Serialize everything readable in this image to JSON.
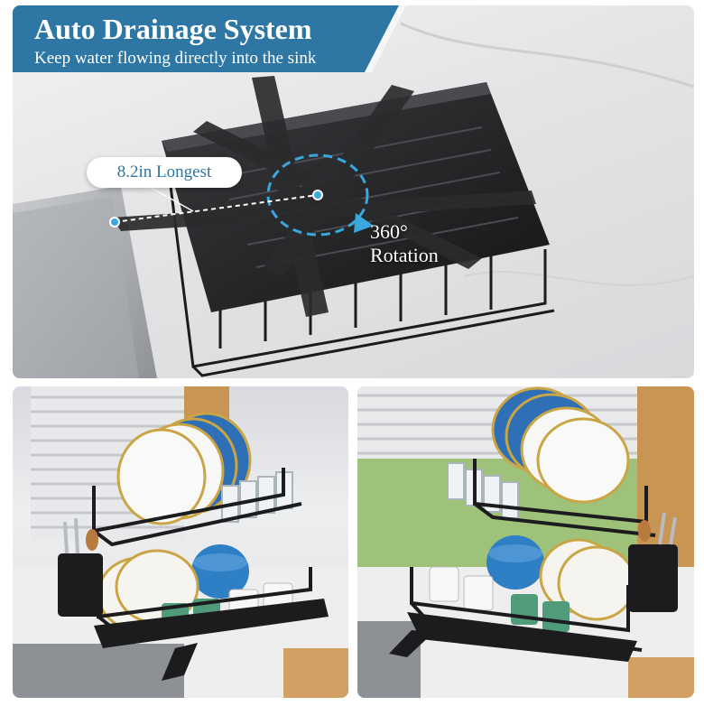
{
  "banner": {
    "title": "Auto Drainage System",
    "subtitle": "Keep water flowing directly into the sink"
  },
  "callout": {
    "length_label": "8.2in Longest",
    "rotation_value": "360°",
    "rotation_word": "Rotation"
  },
  "colors": {
    "banner_blue": "#2e76a3",
    "accent_cyan": "#3aa7dd",
    "rack_black": "#1c1c1e",
    "plate_blue": "#2f6fb5"
  },
  "icons": {
    "rotation": "circular-arrow-icon"
  }
}
